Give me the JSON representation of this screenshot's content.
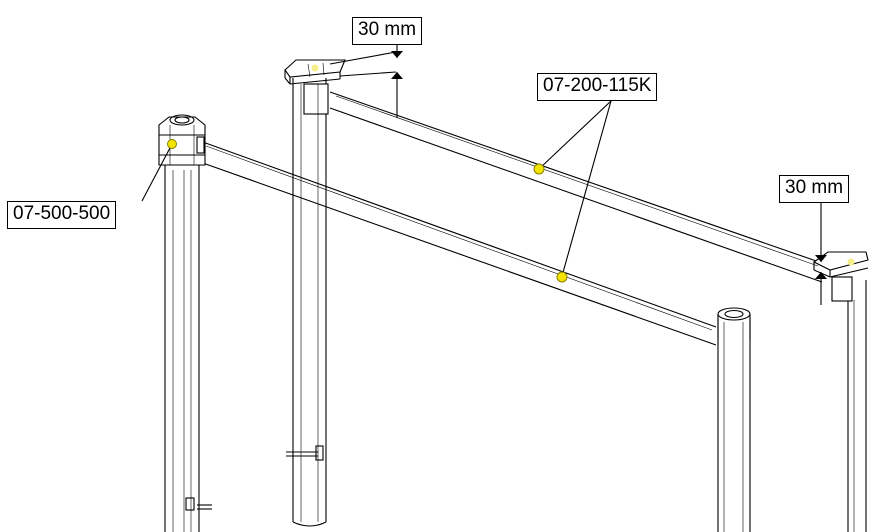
{
  "labels": {
    "dim_top": "30 mm",
    "dim_right": "30 mm",
    "part_crossbar": "07-200-115K",
    "part_connector": "07-500-500"
  },
  "colors": {
    "line": "#000000",
    "marker": "#f2e300",
    "marker_edge": "#8a7d00",
    "background": "#ffffff"
  }
}
